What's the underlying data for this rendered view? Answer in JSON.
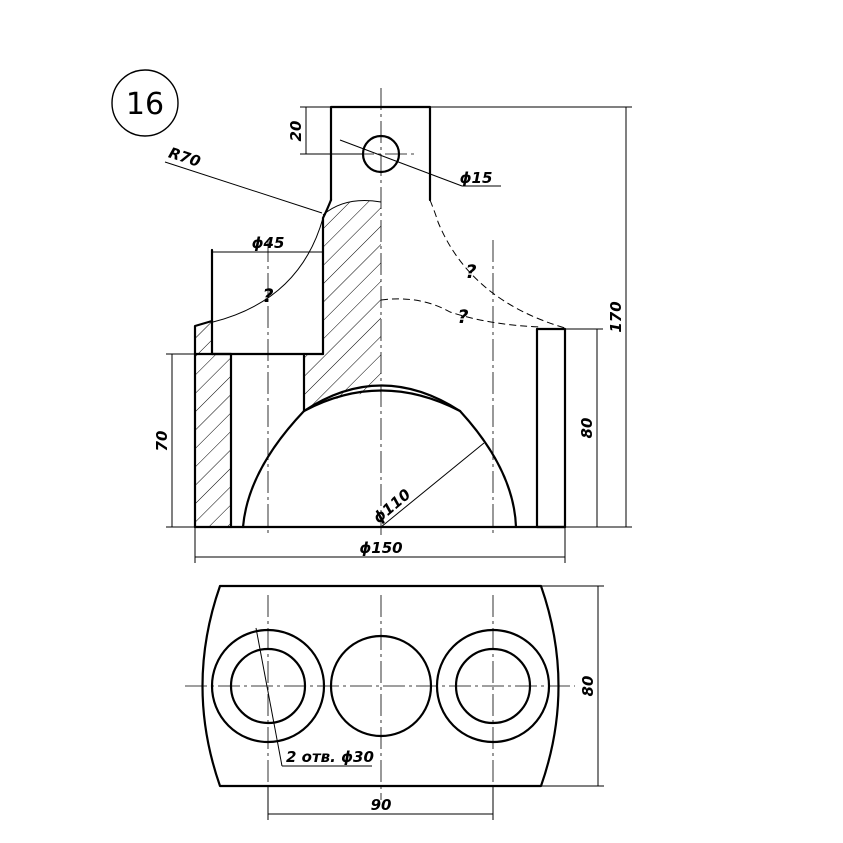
{
  "drawing": {
    "number": "16",
    "front_view": {
      "dim_top_height": "20",
      "dim_hole": "ϕ15",
      "dim_radius": "R70",
      "dim_boss": "ϕ45",
      "dim_total_height": "170",
      "dim_right_height": "80",
      "dim_left_height": "70",
      "dim_arch": "ϕ110",
      "dim_width": "ϕ150",
      "question_1": "?",
      "question_2": "?",
      "question_3": "?"
    },
    "top_view": {
      "dim_depth": "80",
      "dim_spacing": "90",
      "dim_holes": "2 отв. ϕ30"
    }
  }
}
